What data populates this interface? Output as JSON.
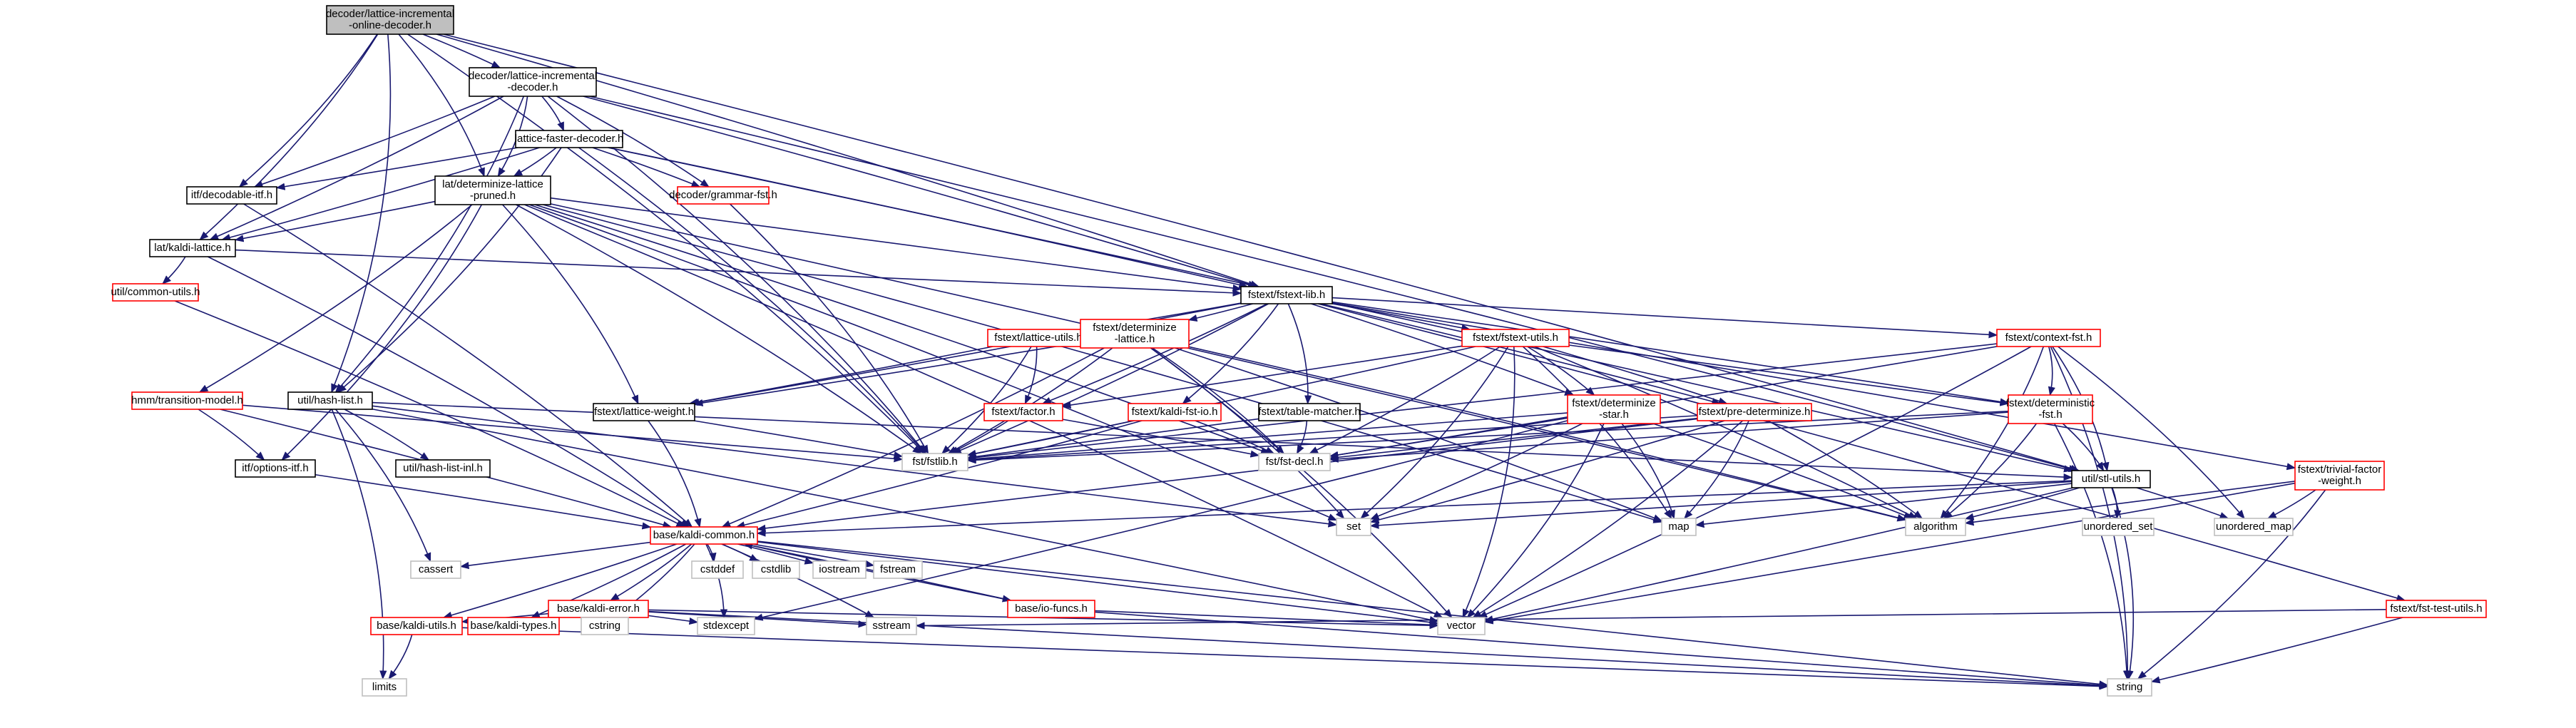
{
  "colors": {
    "edge": "#191970",
    "border_black": "#000000",
    "border_red": "#ff0000",
    "border_gray": "#bfbfbf",
    "root_fill": "#bfbfbf",
    "node_fill": "#ffffff",
    "text": "#000000"
  },
  "nodes": [
    {
      "id": "root",
      "lines": [
        "decoder/lattice-incremental",
        "-online-decoder.h"
      ],
      "border": "root"
    },
    {
      "id": "dlid",
      "lines": [
        "decoder/lattice-incremental",
        "-decoder.h"
      ],
      "border": "black"
    },
    {
      "id": "lfd",
      "lines": [
        "lattice-faster-decoder.h"
      ],
      "border": "black"
    },
    {
      "id": "decitf",
      "lines": [
        "itf/decodable-itf.h"
      ],
      "border": "black"
    },
    {
      "id": "grammar",
      "lines": [
        "decoder/grammar-fst.h"
      ],
      "border": "red"
    },
    {
      "id": "detlat",
      "lines": [
        "lat/determinize-lattice",
        "-pruned.h"
      ],
      "border": "black"
    },
    {
      "id": "kaldilat",
      "lines": [
        "lat/kaldi-lattice.h"
      ],
      "border": "black"
    },
    {
      "id": "fstextlib",
      "lines": [
        "fstext/fstext-lib.h"
      ],
      "border": "black"
    },
    {
      "id": "common",
      "lines": [
        "util/common-utils.h"
      ],
      "border": "red"
    },
    {
      "id": "latutils",
      "lines": [
        "fstext/lattice-utils.h"
      ],
      "border": "red"
    },
    {
      "id": "fdetlat",
      "lines": [
        "fstext/determinize",
        "-lattice.h"
      ],
      "border": "red"
    },
    {
      "id": "fstutils",
      "lines": [
        "fstext/fstext-utils.h"
      ],
      "border": "red"
    },
    {
      "id": "contextfst",
      "lines": [
        "fstext/context-fst.h"
      ],
      "border": "red"
    },
    {
      "id": "hmm",
      "lines": [
        "hmm/transition-model.h"
      ],
      "border": "red"
    },
    {
      "id": "hashlist",
      "lines": [
        "util/hash-list.h"
      ],
      "border": "black"
    },
    {
      "id": "latweight",
      "lines": [
        "fstext/lattice-weight.h"
      ],
      "border": "black"
    },
    {
      "id": "factor",
      "lines": [
        "fstext/factor.h"
      ],
      "border": "red"
    },
    {
      "id": "kaldiio",
      "lines": [
        "fstext/kaldi-fst-io.h"
      ],
      "border": "red"
    },
    {
      "id": "tablematch",
      "lines": [
        "fstext/table-matcher.h"
      ],
      "border": "black"
    },
    {
      "id": "detstar",
      "lines": [
        "fstext/determinize",
        "-star.h"
      ],
      "border": "red"
    },
    {
      "id": "predet",
      "lines": [
        "fstext/pre-determinize.h"
      ],
      "border": "red"
    },
    {
      "id": "deterministic",
      "lines": [
        "fstext/deterministic",
        "-fst.h"
      ],
      "border": "red"
    },
    {
      "id": "trivial",
      "lines": [
        "fstext/trivial-factor",
        "-weight.h"
      ],
      "border": "red"
    },
    {
      "id": "optionsitf",
      "lines": [
        "itf/options-itf.h"
      ],
      "border": "black"
    },
    {
      "id": "hashlistinl",
      "lines": [
        "util/hash-list-inl.h"
      ],
      "border": "black"
    },
    {
      "id": "fstlib",
      "lines": [
        "fst/fstlib.h"
      ],
      "border": "gray"
    },
    {
      "id": "fstdecl",
      "lines": [
        "fst/fst-decl.h"
      ],
      "border": "gray"
    },
    {
      "id": "stlutils",
      "lines": [
        "util/stl-utils.h"
      ],
      "border": "black"
    },
    {
      "id": "kcommon",
      "lines": [
        "base/kaldi-common.h"
      ],
      "border": "red"
    },
    {
      "id": "set",
      "lines": [
        "set"
      ],
      "border": "gray"
    },
    {
      "id": "map",
      "lines": [
        "map"
      ],
      "border": "gray"
    },
    {
      "id": "algorithm",
      "lines": [
        "algorithm"
      ],
      "border": "gray"
    },
    {
      "id": "uset",
      "lines": [
        "unordered_set"
      ],
      "border": "gray"
    },
    {
      "id": "umap",
      "lines": [
        "unordered_map"
      ],
      "border": "gray"
    },
    {
      "id": "fsttest",
      "lines": [
        "fstext/fst-test-utils.h"
      ],
      "border": "red"
    },
    {
      "id": "cassert",
      "lines": [
        "cassert"
      ],
      "border": "gray"
    },
    {
      "id": "cstddef",
      "lines": [
        "cstddef"
      ],
      "border": "gray"
    },
    {
      "id": "cstdlib",
      "lines": [
        "cstdlib"
      ],
      "border": "gray"
    },
    {
      "id": "iostream",
      "lines": [
        "iostream"
      ],
      "border": "gray"
    },
    {
      "id": "fstream",
      "lines": [
        "fstream"
      ],
      "border": "gray"
    },
    {
      "id": "kerror",
      "lines": [
        "base/kaldi-error.h"
      ],
      "border": "red"
    },
    {
      "id": "iofuncs",
      "lines": [
        "base/io-funcs.h"
      ],
      "border": "red"
    },
    {
      "id": "kutils",
      "lines": [
        "base/kaldi-utils.h"
      ],
      "border": "red"
    },
    {
      "id": "ktypes",
      "lines": [
        "base/kaldi-types.h"
      ],
      "border": "red"
    },
    {
      "id": "cstring",
      "lines": [
        "cstring"
      ],
      "border": "gray"
    },
    {
      "id": "stdexcept",
      "lines": [
        "stdexcept"
      ],
      "border": "gray"
    },
    {
      "id": "sstream",
      "lines": [
        "sstream"
      ],
      "border": "gray"
    },
    {
      "id": "vector",
      "lines": [
        "vector"
      ],
      "border": "gray"
    },
    {
      "id": "limits",
      "lines": [
        "limits"
      ],
      "border": "gray"
    },
    {
      "id": "string",
      "lines": [
        "string"
      ],
      "border": "gray"
    }
  ],
  "edges": [
    [
      "root",
      "dlid"
    ],
    [
      "root",
      "decitf"
    ],
    [
      "root",
      "detlat"
    ],
    [
      "root",
      "kaldilat"
    ],
    [
      "root",
      "hashlist"
    ],
    [
      "root",
      "fstextlib"
    ],
    [
      "root",
      "fstlib"
    ],
    [
      "root",
      "stlutils"
    ],
    [
      "dlid",
      "lfd"
    ],
    [
      "dlid",
      "decitf"
    ],
    [
      "dlid",
      "grammar"
    ],
    [
      "dlid",
      "detlat"
    ],
    [
      "dlid",
      "kaldilat"
    ],
    [
      "dlid",
      "hashlist"
    ],
    [
      "dlid",
      "fstextlib"
    ],
    [
      "dlid",
      "fstlib"
    ],
    [
      "dlid",
      "stlutils"
    ],
    [
      "lfd",
      "decitf"
    ],
    [
      "lfd",
      "grammar"
    ],
    [
      "lfd",
      "detlat"
    ],
    [
      "lfd",
      "kaldilat"
    ],
    [
      "lfd",
      "hashlist"
    ],
    [
      "lfd",
      "fstextlib"
    ],
    [
      "lfd",
      "fstlib"
    ],
    [
      "lfd",
      "stlutils"
    ],
    [
      "decitf",
      "kcommon"
    ],
    [
      "grammar",
      "fstlib"
    ],
    [
      "detlat",
      "kaldilat"
    ],
    [
      "detlat",
      "fstextlib"
    ],
    [
      "detlat",
      "hmm"
    ],
    [
      "detlat",
      "optionsitf"
    ],
    [
      "detlat",
      "latweight"
    ],
    [
      "detlat",
      "fstlib"
    ],
    [
      "detlat",
      "fstdecl"
    ],
    [
      "detlat",
      "set"
    ],
    [
      "detlat",
      "map"
    ],
    [
      "detlat",
      "algorithm"
    ],
    [
      "detlat",
      "vector"
    ],
    [
      "kaldilat",
      "common"
    ],
    [
      "kaldilat",
      "fstextlib"
    ],
    [
      "kaldilat",
      "kcommon"
    ],
    [
      "common",
      "kcommon"
    ],
    [
      "fstextlib",
      "latutils"
    ],
    [
      "fstextlib",
      "fdetlat"
    ],
    [
      "fstextlib",
      "fstutils"
    ],
    [
      "fstextlib",
      "contextfst"
    ],
    [
      "fstextlib",
      "latweight"
    ],
    [
      "fstextlib",
      "factor"
    ],
    [
      "fstextlib",
      "kaldiio"
    ],
    [
      "fstextlib",
      "tablematch"
    ],
    [
      "fstextlib",
      "detstar"
    ],
    [
      "fstextlib",
      "predet"
    ],
    [
      "fstextlib",
      "deterministic"
    ],
    [
      "fstextlib",
      "trivial"
    ],
    [
      "fstextlib",
      "fsttest"
    ],
    [
      "fstextlib",
      "fstlib"
    ],
    [
      "latutils",
      "latweight"
    ],
    [
      "latutils",
      "factor"
    ],
    [
      "latutils",
      "fstlib"
    ],
    [
      "fdetlat",
      "latweight"
    ],
    [
      "fdetlat",
      "fstlib"
    ],
    [
      "fdetlat",
      "fstdecl"
    ],
    [
      "fdetlat",
      "kcommon"
    ],
    [
      "fdetlat",
      "map"
    ],
    [
      "fdetlat",
      "set"
    ],
    [
      "fdetlat",
      "algorithm"
    ],
    [
      "fdetlat",
      "vector"
    ],
    [
      "fstutils",
      "detstar"
    ],
    [
      "fstutils",
      "factor"
    ],
    [
      "fstutils",
      "predet"
    ],
    [
      "fstutils",
      "deterministic"
    ],
    [
      "fstutils",
      "fstlib"
    ],
    [
      "fstutils",
      "fstdecl"
    ],
    [
      "fstutils",
      "set"
    ],
    [
      "fstutils",
      "map"
    ],
    [
      "fstutils",
      "algorithm"
    ],
    [
      "fstutils",
      "vector"
    ],
    [
      "contextfst",
      "deterministic"
    ],
    [
      "contextfst",
      "fstlib"
    ],
    [
      "contextfst",
      "fstdecl"
    ],
    [
      "contextfst",
      "algorithm"
    ],
    [
      "contextfst",
      "umap"
    ],
    [
      "contextfst",
      "stlutils"
    ],
    [
      "contextfst",
      "vector"
    ],
    [
      "contextfst",
      "string"
    ],
    [
      "hmm",
      "optionsitf"
    ],
    [
      "hmm",
      "kcommon"
    ],
    [
      "hmm",
      "fstlib"
    ],
    [
      "hashlist",
      "hashlistinl"
    ],
    [
      "hashlist",
      "limits"
    ],
    [
      "hashlist",
      "cassert"
    ],
    [
      "hashlist",
      "vector"
    ],
    [
      "hashlist",
      "set"
    ],
    [
      "hashlist",
      "stlutils"
    ],
    [
      "latweight",
      "kcommon"
    ],
    [
      "latweight",
      "fstlib"
    ],
    [
      "factor",
      "fstlib"
    ],
    [
      "factor",
      "fstdecl"
    ],
    [
      "kaldiio",
      "fstlib"
    ],
    [
      "kaldiio",
      "fstdecl"
    ],
    [
      "kaldiio",
      "kcommon"
    ],
    [
      "tablematch",
      "fstlib"
    ],
    [
      "tablematch",
      "fstdecl"
    ],
    [
      "detstar",
      "fstlib"
    ],
    [
      "detstar",
      "fstdecl"
    ],
    [
      "detstar",
      "set"
    ],
    [
      "detstar",
      "map"
    ],
    [
      "detstar",
      "algorithm"
    ],
    [
      "detstar",
      "vector"
    ],
    [
      "detstar",
      "stdexcept"
    ],
    [
      "predet",
      "fstlib"
    ],
    [
      "predet",
      "fstdecl"
    ],
    [
      "predet",
      "kcommon"
    ],
    [
      "predet",
      "set"
    ],
    [
      "predet",
      "map"
    ],
    [
      "predet",
      "algorithm"
    ],
    [
      "predet",
      "vector"
    ],
    [
      "deterministic",
      "fstlib"
    ],
    [
      "deterministic",
      "fstdecl"
    ],
    [
      "deterministic",
      "stlutils"
    ],
    [
      "deterministic",
      "algorithm"
    ],
    [
      "deterministic",
      "string"
    ],
    [
      "trivial",
      "algorithm"
    ],
    [
      "trivial",
      "umap"
    ],
    [
      "trivial",
      "string"
    ],
    [
      "trivial",
      "vector"
    ],
    [
      "fsttest",
      "sstream"
    ],
    [
      "fsttest",
      "string"
    ],
    [
      "optionsitf",
      "kcommon"
    ],
    [
      "stlutils",
      "set"
    ],
    [
      "stlutils",
      "map"
    ],
    [
      "stlutils",
      "algorithm"
    ],
    [
      "stlutils",
      "uset"
    ],
    [
      "stlutils",
      "umap"
    ],
    [
      "stlutils",
      "vector"
    ],
    [
      "stlutils",
      "string"
    ],
    [
      "stlutils",
      "kcommon"
    ],
    [
      "kcommon",
      "cassert"
    ],
    [
      "kcommon",
      "cstddef"
    ],
    [
      "kcommon",
      "cstdlib"
    ],
    [
      "kcommon",
      "iostream"
    ],
    [
      "kcommon",
      "fstream"
    ],
    [
      "kcommon",
      "sstream"
    ],
    [
      "kcommon",
      "stdexcept"
    ],
    [
      "kcommon",
      "cstring"
    ],
    [
      "kcommon",
      "vector"
    ],
    [
      "kcommon",
      "string"
    ],
    [
      "kcommon",
      "kerror"
    ],
    [
      "kcommon",
      "iofuncs"
    ],
    [
      "kcommon",
      "kutils"
    ],
    [
      "kcommon",
      "ktypes"
    ],
    [
      "kerror",
      "kutils"
    ],
    [
      "kerror",
      "ktypes"
    ],
    [
      "kerror",
      "cstring"
    ],
    [
      "kerror",
      "stdexcept"
    ],
    [
      "kerror",
      "sstream"
    ],
    [
      "kerror",
      "vector"
    ],
    [
      "kerror",
      "string"
    ],
    [
      "iofuncs",
      "kcommon"
    ],
    [
      "iofuncs",
      "vector"
    ],
    [
      "iofuncs",
      "string"
    ],
    [
      "kutils",
      "limits"
    ],
    [
      "kutils",
      "string"
    ]
  ]
}
